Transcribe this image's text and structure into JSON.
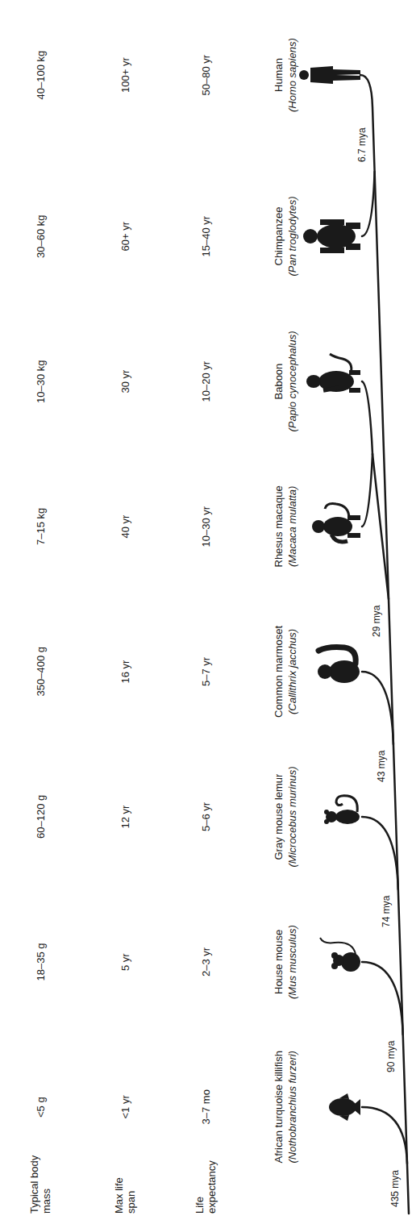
{
  "diagram": {
    "labels": [
      "435 mya",
      "90 mya",
      "74 mya",
      "43 mya",
      "29 mya",
      "6.7 mya",
      "Life expectancy",
      "Max life span",
      "Typical body mass",
      "African turquoise killifish",
      "(Nothobranchius furzeri)",
      "3–7 mo",
      "<1 yr",
      "<5 g",
      "House mouse",
      "(Mus musculus)",
      "2–3 yr",
      "5 yr",
      "18–35 g",
      "Gray mouse lemur",
      "(Microcebus murinus)",
      "5–6 yr",
      "12 yr",
      "60–120 g",
      "Common marmoset",
      "(Callithrix jacchus)",
      "5–7 yr",
      "16 yr",
      "350–400 g",
      "Rhesus macaque",
      "(Macaca mulatta)",
      "10–30 yr",
      "40 yr",
      "7–15 kg",
      "Baboon",
      "(Papio cynocephalus)",
      "10–20 yr",
      "30 yr",
      "10–30 kg",
      "Chimpanzee",
      "(Pan troglodytes)",
      "15–40 yr",
      "60+ yr",
      "30–60 kg",
      "Human",
      "(Homo sapiens)",
      "50–80 yr",
      "100+ yr",
      "40–100 kg"
    ]
  }
}
